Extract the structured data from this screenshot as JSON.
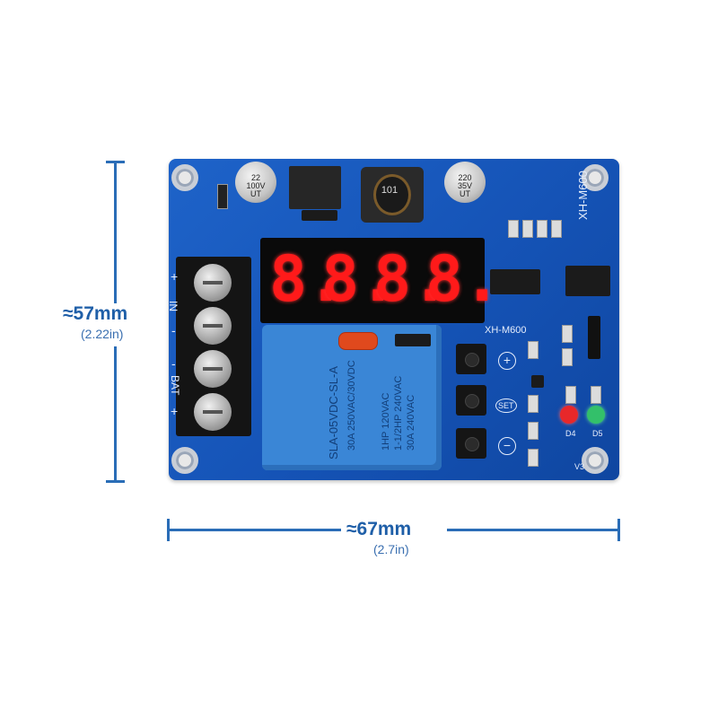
{
  "dimensions": {
    "height_mm": "≈57mm",
    "height_in": "(2.22in)",
    "width_mm": "≈67mm",
    "width_in": "(2.7in)"
  },
  "board": {
    "model": "XH-M600",
    "model_side": "XH-M600",
    "version": "V3",
    "display_digits": [
      "8.",
      "8.",
      "8.",
      "8."
    ],
    "input_label": "IN",
    "battery_label": "BAT",
    "plus": "+",
    "minus": "-",
    "button_plus": "+",
    "button_set": "SET",
    "button_minus": "−",
    "cap1_label": "22\n100V\nUT",
    "cap2_label": "220\n35V\nUT",
    "inductor_label": "101",
    "relay_lines": [
      "SLA-05VDC-SL-A",
      "30A  250VAC/30VDC",
      "1HP 120VAC",
      "1-1/2HP 240VAC",
      "30A 240VAC"
    ],
    "led_labels": [
      "D4",
      "D5"
    ],
    "led_colors": {
      "red": "#e8282a",
      "green": "#33c06a"
    }
  }
}
